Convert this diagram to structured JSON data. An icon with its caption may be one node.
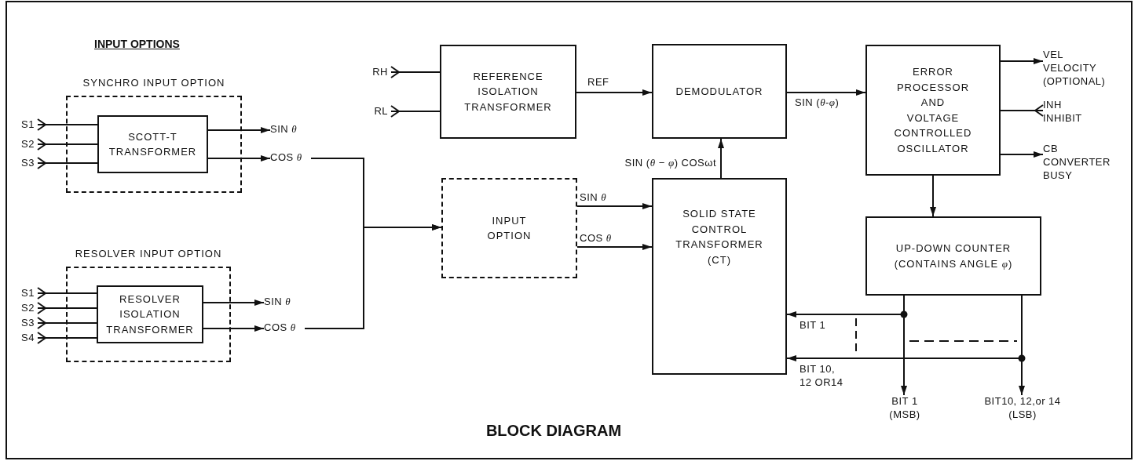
{
  "diagram": {
    "title": "BLOCK DIAGRAM",
    "nodes": [
      {
        "text": [
          "SYNCHRO INPUT OPTION"
        ]
      },
      {
        "text": [
          "SCOTT-T TRANSFORMER"
        ],
        "in": 0
      },
      {
        "text": [
          "RESOLVER INPUT OPTION"
        ]
      },
      {
        "text": [
          "RESOLVER ISOLATION TRANSFORMER"
        ],
        "in": 2
      },
      {
        "text": [
          "S1"
        ]
      },
      {
        "text": [
          "S2"
        ]
      },
      {
        "text": [
          "S3"
        ]
      },
      {
        "text": [
          "S1"
        ]
      },
      {
        "text": [
          "S2"
        ]
      },
      {
        "text": [
          "S3"
        ]
      },
      {
        "text": [
          "S4"
        ]
      },
      {
        "text": [
          "SIN *θ*"
        ]
      },
      {
        "text": [
          "COS *θ*"
        ]
      },
      {
        "text": [
          "SIN *θ*"
        ]
      },
      {
        "text": [
          "COS *θ*"
        ]
      },
      {
        "text": [
          "RH"
        ]
      },
      {
        "text": [
          "RL"
        ]
      },
      {
        "text": [
          "REFERENCE ISOLATION TRANSFORMER"
        ]
      },
      {
        "text": [
          "DEMODULATOR"
        ]
      },
      {
        "text": [
          "INPUT OPTION"
        ]
      },
      {
        "text": [
          "SOLID STATE CONTROL TRANSFORMER (CT)"
        ]
      },
      {
        "text": [
          "ERROR PROCESSOR AND VOLTAGE CONTROLLED OSCILLATOR"
        ]
      },
      {
        "text": [
          "VEL VELOCITY (OPTIONAL)"
        ]
      },
      {
        "text": [
          "INH INHIBIT"
        ]
      },
      {
        "text": [
          "CB CONVERTER BUSY"
        ]
      },
      {
        "text": [
          "UP-DOWN COUNTER (CONTAINS ANGLE *φ*)"
        ]
      },
      {
        "text": [
          "BIT 1 (MSB)"
        ]
      },
      {
        "text": [
          "BIT10, 12,or 14 (LSB)"
        ]
      }
    ],
    "edges": [
      {
        "from": 4,
        "to": 1,
        "arrow": "other"
      },
      {
        "from": 5,
        "to": 1,
        "arrow": "other"
      },
      {
        "from": 6,
        "to": 1,
        "arrow": "other"
      },
      {
        "from": 7,
        "to": 3,
        "arrow": "other"
      },
      {
        "from": 8,
        "to": 3,
        "arrow": "other"
      },
      {
        "from": 9,
        "to": 3,
        "arrow": "other"
      },
      {
        "from": 10,
        "to": 3,
        "arrow": "other"
      },
      {
        "from": 1,
        "to": 11,
        "arrow": "to"
      },
      {
        "from": 1,
        "to": 12,
        "arrow": "to"
      },
      {
        "from": 3,
        "to": 13,
        "arrow": "to"
      },
      {
        "from": 3,
        "to": 14,
        "arrow": "to"
      },
      {
        "from": 12,
        "to": 19,
        "arrow": "to"
      },
      {
        "from": 14,
        "to": 19,
        "arrow": "to"
      },
      {
        "from": 15,
        "to": 17,
        "arrow": "other"
      },
      {
        "from": 16,
        "to": 17,
        "arrow": "other"
      },
      {
        "from": 17,
        "to": 18,
        "arrow": "to",
        "label": "REF"
      },
      {
        "from": 19,
        "to": 20,
        "arrow": "to",
        "label": "SIN *θ*"
      },
      {
        "from": 19,
        "to": 20,
        "arrow": "to",
        "label": "COS *θ*"
      },
      {
        "from": 20,
        "to": 18,
        "arrow": "to",
        "label": "SIN (*θ* − *φ*) COSωt"
      },
      {
        "from": 18,
        "to": 21,
        "arrow": "to",
        "label": "SIN (*θ*-*φ*)"
      },
      {
        "from": 21,
        "to": 22,
        "arrow": "to"
      },
      {
        "from": 23,
        "to": 21,
        "arrow": "other"
      },
      {
        "from": 21,
        "to": 24,
        "arrow": "to"
      },
      {
        "from": 21,
        "to": 25,
        "arrow": "to"
      },
      {
        "from": 25,
        "to": 20,
        "arrow": "to",
        "label": "BIT 1"
      },
      {
        "from": 25,
        "to": 26,
        "arrow": "to"
      },
      {
        "from": 25,
        "to": 20,
        "arrow": "to",
        "label": "BIT 10, 12 OR14"
      },
      {
        "from": 25,
        "to": 27,
        "arrow": "to"
      }
    ],
    "labels": [
      "INPUT OPTIONS"
    ]
  }
}
